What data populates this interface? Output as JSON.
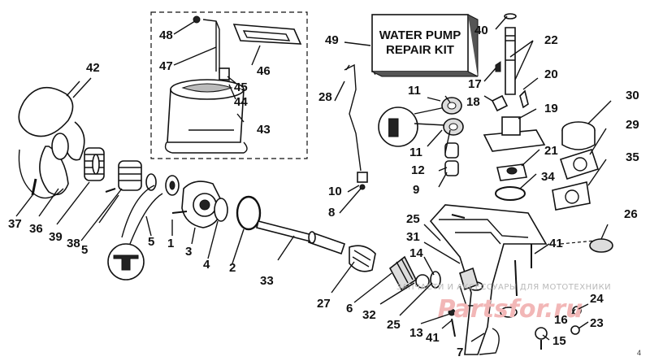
{
  "kit_label": [
    "WATER PUMP",
    "REPAIR KIT"
  ],
  "callouts": [
    {
      "n": "48"
    },
    {
      "n": "47"
    },
    {
      "n": "46"
    },
    {
      "n": "45"
    },
    {
      "n": "44"
    },
    {
      "n": "43"
    },
    {
      "n": "49"
    },
    {
      "n": "40"
    },
    {
      "n": "22"
    },
    {
      "n": "17"
    },
    {
      "n": "20"
    },
    {
      "n": "42"
    },
    {
      "n": "28"
    },
    {
      "n": "11"
    },
    {
      "n": "18"
    },
    {
      "n": "19"
    },
    {
      "n": "30"
    },
    {
      "n": "29"
    },
    {
      "n": "11"
    },
    {
      "n": "21"
    },
    {
      "n": "35"
    },
    {
      "n": "12"
    },
    {
      "n": "34"
    },
    {
      "n": "9"
    },
    {
      "n": "10"
    },
    {
      "n": "8"
    },
    {
      "n": "37"
    },
    {
      "n": "36"
    },
    {
      "n": "39"
    },
    {
      "n": "38"
    },
    {
      "n": "5"
    },
    {
      "n": "5"
    },
    {
      "n": "1"
    },
    {
      "n": "3"
    },
    {
      "n": "4"
    },
    {
      "n": "2"
    },
    {
      "n": "33"
    },
    {
      "n": "26"
    },
    {
      "n": "25"
    },
    {
      "n": "31"
    },
    {
      "n": "14"
    },
    {
      "n": "41"
    },
    {
      "n": "27"
    },
    {
      "n": "6"
    },
    {
      "n": "32"
    },
    {
      "n": "25"
    },
    {
      "n": "13"
    },
    {
      "n": "41"
    },
    {
      "n": "24"
    },
    {
      "n": "16"
    },
    {
      "n": "23"
    },
    {
      "n": "15"
    },
    {
      "n": "7"
    }
  ],
  "watermark": {
    "line1": "ЗАПЧАСТИ И АКСЕССУАРЫ ДЛЯ МОТОТЕХНИКИ",
    "line2": "Partsfor.ru"
  },
  "page_number": "4"
}
